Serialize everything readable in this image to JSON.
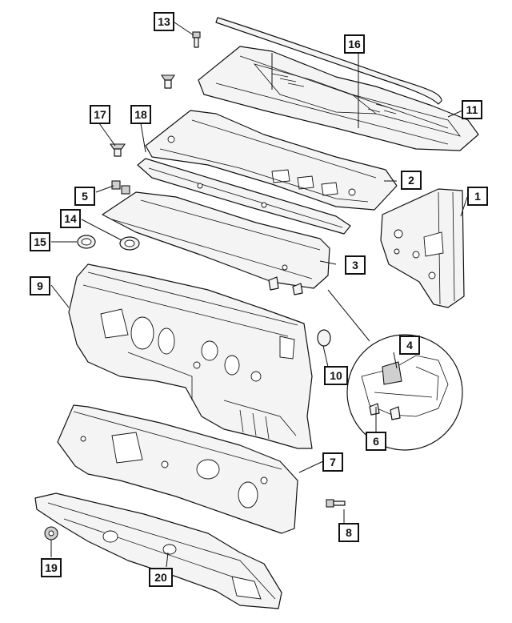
{
  "callouts": [
    {
      "id": "1",
      "label": "1"
    },
    {
      "id": "2",
      "label": "2"
    },
    {
      "id": "3",
      "label": "3"
    },
    {
      "id": "4",
      "label": "4"
    },
    {
      "id": "5",
      "label": "5"
    },
    {
      "id": "6",
      "label": "6"
    },
    {
      "id": "7",
      "label": "7"
    },
    {
      "id": "8",
      "label": "8"
    },
    {
      "id": "9",
      "label": "9"
    },
    {
      "id": "10",
      "label": "10"
    },
    {
      "id": "11",
      "label": "11"
    },
    {
      "id": "13",
      "label": "13"
    },
    {
      "id": "14",
      "label": "14"
    },
    {
      "id": "15",
      "label": "15"
    },
    {
      "id": "16",
      "label": "16"
    },
    {
      "id": "17",
      "label": "17"
    },
    {
      "id": "18",
      "label": "18"
    },
    {
      "id": "19",
      "label": "19"
    },
    {
      "id": "20",
      "label": "20"
    }
  ]
}
